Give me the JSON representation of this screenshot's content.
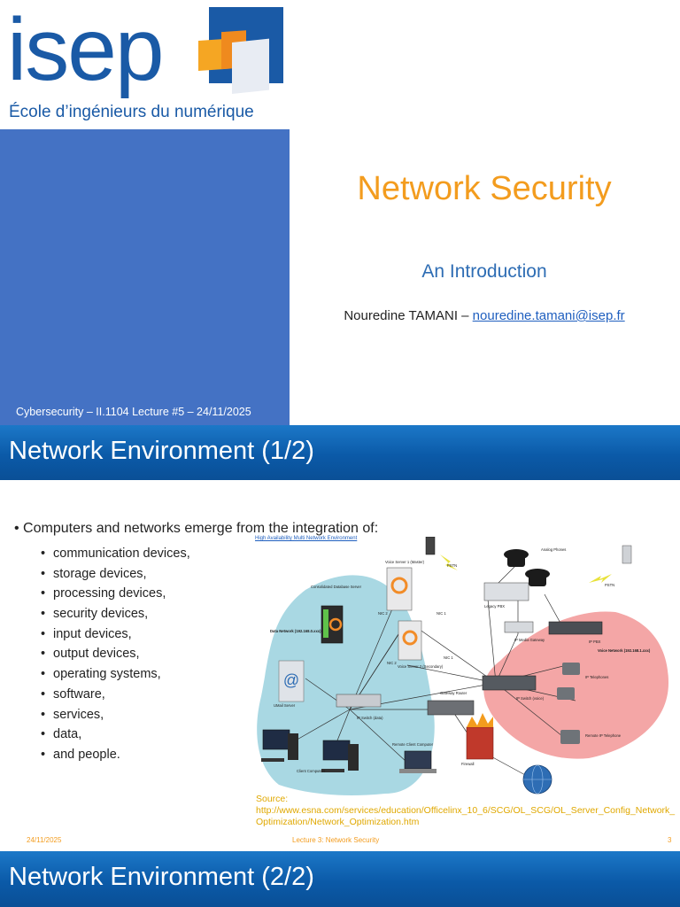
{
  "slide1": {
    "logo": {
      "word": "isep",
      "tagline": "École d’ingénieurs du numérique",
      "brand_color": "#1a5aa6",
      "accent_orange": "#f5a623"
    },
    "title": "Network Security",
    "subtitle": "An Introduction",
    "author_prefix": "Nouredine TAMANI – ",
    "author_email": "nouredine.tamani@isep.fr",
    "course_line": "Cybersecurity – II.1104 Lecture #5 – 24/11/2025",
    "colors": {
      "title": "#f39c1e",
      "panel": "#4472c4"
    }
  },
  "slide2": {
    "title": "Network Environment (1/2)",
    "intro": "Computers and networks emerge from the integration of:",
    "items": [
      "communication devices,",
      "storage devices,",
      "processing devices,",
      "security devices,",
      "input devices,",
      "output devices,",
      "operating systems,",
      "software,",
      "services,",
      "data,",
      "and people."
    ],
    "diagram": {
      "title": "High Availability Multi Network Environment",
      "labels": {
        "voice_server1": "Voice Server 1 (Master)",
        "consolidated": "Consolidated Database Server",
        "data_network": "Data Network (192.168.0.xxx)",
        "umail": "UMail Server",
        "client_computers": "Client Computers",
        "remote_client": "Remote Client Computer",
        "ip_switch_data": "IP Switch (data)",
        "voice_server2": "Voice Server 2 (Secondary)",
        "gateway_router": "Gateway Router",
        "firewall": "Firewall",
        "pstn1": "PSTN",
        "pstn2": "PSTN",
        "analog_phones": "Analog Phones",
        "legacy_pbx": "Legacy PBX",
        "ip_media_gateway": "IP Media Gateway",
        "ip_pbx": "IP PBX",
        "voice_network": "Voice Network (192.168.1.xxx)",
        "ip_telephones": "IP Telephones",
        "ip_switch_voice": "IP Switch (voice)",
        "remote_ip_telephone": "Remote IP Telephone",
        "nic1": "NIC 1",
        "nic2": "NIC 2",
        "nic1b": "NIC 1",
        "nic2b": "NIC 2"
      },
      "colors": {
        "data_blob": "#a9d8e3",
        "voice_blob": "#f4a6a6"
      }
    },
    "source_label": "Source:",
    "source_url": "http://www.esna.com/services/education/Officelinx_10_6/SCG/OL_SCG/OL_Server_Config_Network_Optimization/Network_Optimization.htm",
    "footer": {
      "date": "24/11/2025",
      "lecture": "Lecture 3: Network Security",
      "page": "3"
    }
  },
  "slide3": {
    "title": "Network Environment (2/2)"
  }
}
